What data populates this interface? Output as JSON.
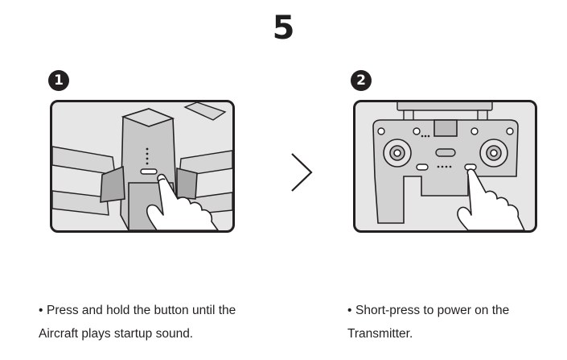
{
  "step_number": "5",
  "steps": [
    {
      "badge": "1",
      "caption_line1": "Press and hold the button until the",
      "caption_line2": "Aircraft plays startup sound.",
      "illustration_icon": "aircraft-power-button-press"
    },
    {
      "badge": "2",
      "caption_line1": "Short-press to power on the",
      "caption_line2": "Transmitter.",
      "illustration_icon": "transmitter-power-button-press"
    }
  ],
  "bullet": "•",
  "colors": {
    "outline": "#231f20",
    "panel_background": "#e6e6e6",
    "device_body": "#c8c8c8",
    "device_shadow": "#a9a9a9"
  }
}
